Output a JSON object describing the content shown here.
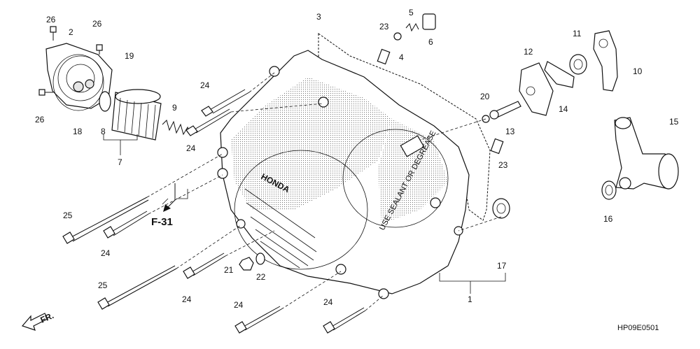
{
  "diagram": {
    "callouts": {
      "p1": "1",
      "p2": "2",
      "p3": "3",
      "p4": "4",
      "p5": "5",
      "p6": "6",
      "p7": "7",
      "p8": "8",
      "p9": "9",
      "p10": "10",
      "p11": "11",
      "p12": "12",
      "p13": "13",
      "p14": "14",
      "p15": "15",
      "p16": "16",
      "p17": "17",
      "p18": "18",
      "p19": "19",
      "p20": "20",
      "p21": "21",
      "p22": "22",
      "p23a": "23",
      "p23b": "23",
      "p24a": "24",
      "p24b": "24",
      "p24c": "24",
      "p24d": "24",
      "p24e": "24",
      "p24f": "24",
      "p25a": "25",
      "p25b": "25",
      "p26a": "26",
      "p26b": "26",
      "p26c": "26"
    },
    "reference": "F-31",
    "direction": "FR.",
    "cover_text": "HONDA",
    "cover_warning": "USE SEALANT OR DEGREASE",
    "figure_code": "HP09E0501"
  }
}
